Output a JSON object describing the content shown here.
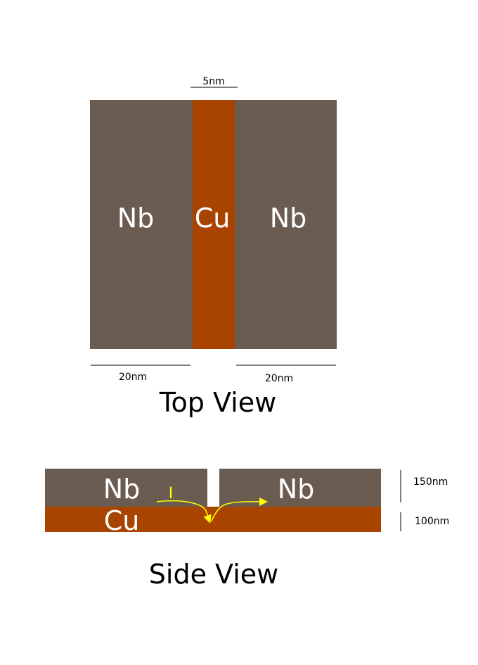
{
  "colors": {
    "nb": "#6b5c52",
    "cu": "#a84300",
    "label_text": "#ffffff",
    "current": "#ffff00",
    "dimension": "#000000"
  },
  "top_view": {
    "title": "Top View",
    "left_label": "Nb",
    "center_label": "Cu",
    "right_label": "Nb",
    "gap_dimension": "5nm",
    "left_dimension": "20nm",
    "right_dimension": "20nm"
  },
  "side_view": {
    "title": "Side View",
    "left_label": "Nb",
    "right_label": "Nb",
    "base_label": "Cu",
    "current_label": "I",
    "nb_thickness": "150nm",
    "cu_thickness": "100nm"
  }
}
